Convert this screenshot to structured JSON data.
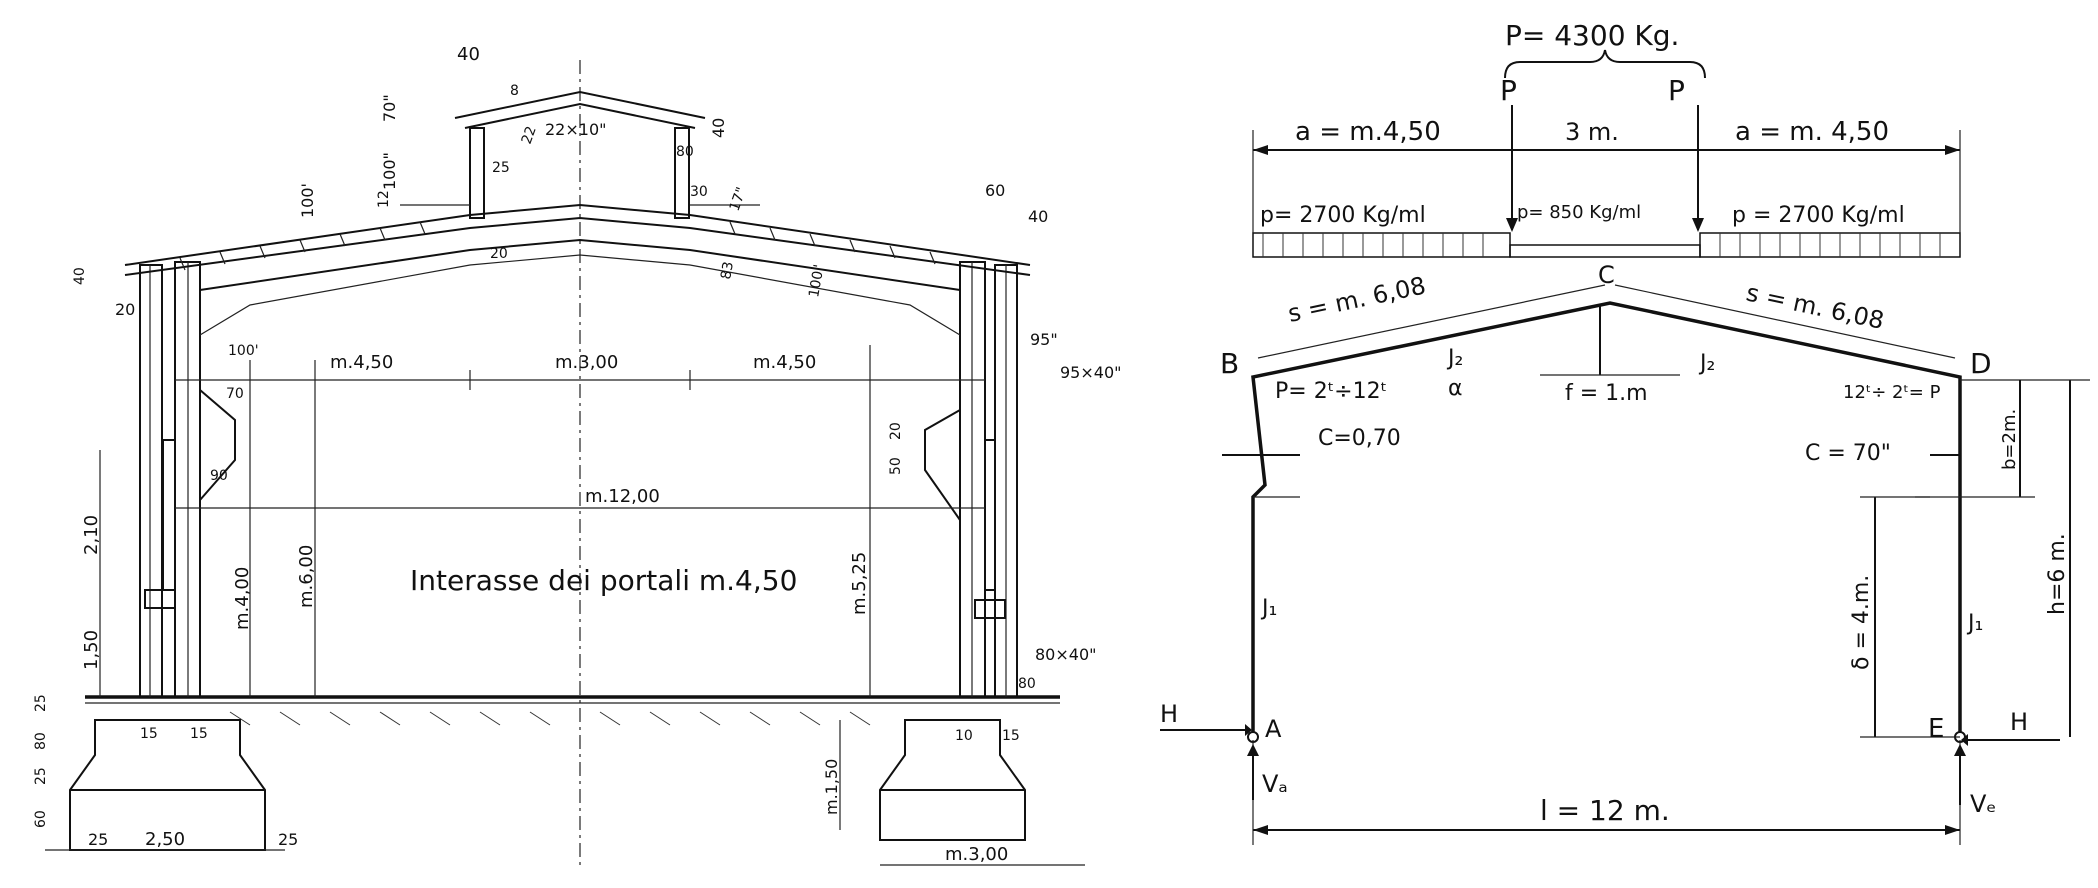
{
  "section": {
    "caption": "Interasse dei portali m.4,50",
    "top_dims": {
      "skylight_width": "40",
      "skylight_height": "70\"",
      "skylight_post": "100\"",
      "lantern_side": "40",
      "lantern_small": "25",
      "lantern_right": "80",
      "lantern_30": "30",
      "lantern_17": "17\"",
      "slope_22": "22",
      "slope_8": "8",
      "beam": "22×10\"",
      "roof_12": "12",
      "roof_100": "100'",
      "rafter_83": "83",
      "rafter_100": "100\"",
      "rafter_20": "20"
    },
    "right_top_dims": {
      "d60": "60",
      "d40": "40",
      "d95": "95\"",
      "section": "95×40\""
    },
    "left_top_dims": {
      "d40": "40",
      "d20": "20",
      "d100": "100'",
      "d70": "70",
      "d90": "90"
    },
    "spans": {
      "left": "m.4,50",
      "middle": "m.3,00",
      "right": "m.4,50",
      "total": "m.12,00"
    },
    "heights": {
      "h600": "m.6,00",
      "h400": "m.4,00",
      "h525": "m.5,25",
      "h210": "2,10",
      "h150": "1,50",
      "corbel_50": "50",
      "corbel_20": "20"
    },
    "base": {
      "section_80x40": "80×40\"",
      "d80": "80",
      "left_25a": "25",
      "left_80": "80",
      "left_25b": "25",
      "left_60": "60",
      "footing_left_25": "25",
      "footing_width": "2,50",
      "footing_right_25": "25",
      "col_15a": "15",
      "col_15b": "15",
      "right_10": "10",
      "right_15": "15",
      "right_depth": "m.1,50",
      "right_footing": "m.3,00"
    }
  },
  "frame": {
    "load_total": "P= 4300 Kg.",
    "point_load_left": "P",
    "point_load_right": "P",
    "span_left": "a = m.4,50",
    "span_mid": "3 m.",
    "span_right": "a = m. 4,50",
    "dist_left": "p= 2700 Kg/ml",
    "dist_mid": "p= 850 Kg/ml",
    "dist_right": "p = 2700 Kg/ml",
    "rafter_left": "s = m. 6,08",
    "rafter_right": "s = m. 6,08",
    "node_B": "B",
    "node_C": "C",
    "node_D": "D",
    "node_A": "A",
    "node_E": "E",
    "J2_left": "J₂",
    "J2_right": "J₂",
    "J1_left": "J₁",
    "J1_right": "J₁",
    "alpha": "α",
    "rise": "f = 1.m",
    "P_left": "P= 2ᵗ÷12ᵗ",
    "P_right": "12ᵗ÷ 2ᵗ= P",
    "c_left": "C=0,70",
    "c_right": "C = 70\"",
    "b_dim": "b=2m.",
    "h_dim": "h=6 m.",
    "delta_dim": "δ = 4.m.",
    "span_l": "l = 12 m.",
    "H_left": "H",
    "H_right": "H",
    "VA": "Vₐ",
    "VE": "Vₑ"
  }
}
